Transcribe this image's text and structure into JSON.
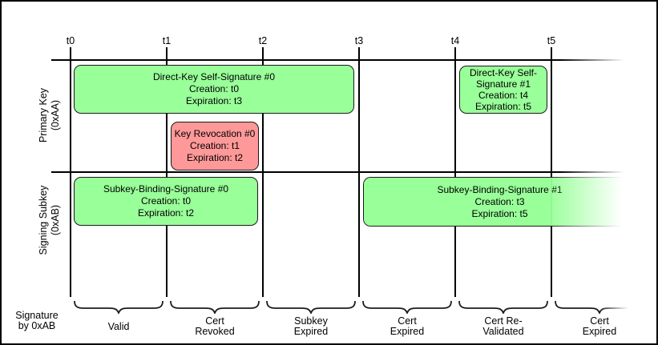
{
  "colors": {
    "green": "#99ff99",
    "red": "#ff9999",
    "line": "#000000",
    "background": "#ffffff"
  },
  "timeline": {
    "ticks": [
      "t0",
      "t1",
      "t2",
      "t3",
      "t4",
      "t5"
    ]
  },
  "lanes": [
    {
      "label_lines": [
        "Primary Key",
        "(0xAA)"
      ]
    },
    {
      "label_lines": [
        "Signing Subkey",
        "(0xAB)"
      ]
    }
  ],
  "boxes": [
    {
      "color": "green",
      "lines": [
        "Direct-Key Self-Signature #0",
        "Creation: t0",
        "Expiration: t3"
      ]
    },
    {
      "color": "green",
      "lines": [
        "Direct-Key Self-",
        "Signature #1",
        "Creation: t4",
        "Expiration: t5"
      ]
    },
    {
      "color": "red",
      "lines": [
        "Key Revocation #0",
        "Creation: t1",
        "Expiration: t2"
      ]
    },
    {
      "color": "green",
      "lines": [
        "Subkey-Binding-Signature #0",
        "Creation: t0",
        "Expiration: t2"
      ]
    },
    {
      "color": "green",
      "fade_right": true,
      "lines": [
        "Subkey-Binding-Signature #1",
        "Creation: t3",
        "Expiration: t5"
      ]
    }
  ],
  "bottom": {
    "row_label_lines": [
      "Signature",
      "by 0xAB"
    ],
    "segments": [
      {
        "lines": [
          "Valid"
        ]
      },
      {
        "lines": [
          "Cert",
          "Revoked"
        ]
      },
      {
        "lines": [
          "Subkey",
          "Expired"
        ]
      },
      {
        "lines": [
          "Cert",
          "Expired"
        ]
      },
      {
        "lines": [
          "Cert Re-",
          "Validated"
        ]
      },
      {
        "lines": [
          "Cert",
          "Expired"
        ]
      }
    ]
  }
}
